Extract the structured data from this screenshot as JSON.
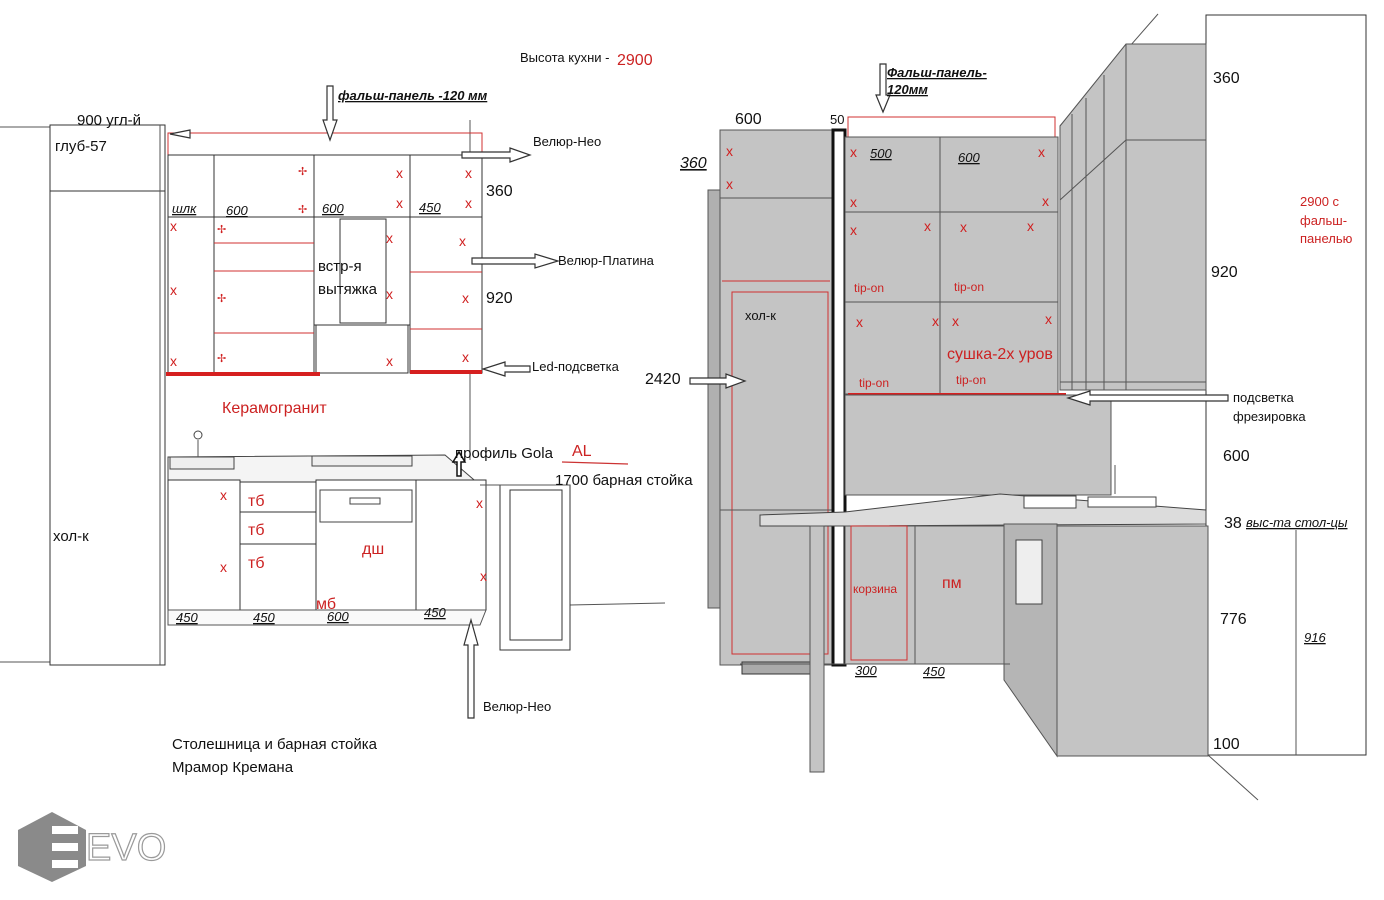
{
  "left": {
    "kitchen_height_label": "Высота кухни -",
    "kitchen_height_value": "2900",
    "false_panel": "фальш-панель -120 мм",
    "corner_label_1": "900 угл-й",
    "corner_label_2": "глуб-57",
    "velur_neo_top": "Велюр-Нео",
    "velur_platina": "Велюр-Платина",
    "led": "Led-подсветка",
    "dim_360": "360",
    "dim_920": "920",
    "shlk": "шлк",
    "w600a": "600",
    "w600b": "600",
    "w450": "450",
    "hood": "встр-я вытяжка",
    "ceramogranit": "Керамогранит",
    "gola": "профиль Gola",
    "al": "AL",
    "bar": "1700 барная стойка",
    "fridge": "хол-к",
    "tb1": "тб",
    "tb2": "тб",
    "tb3": "тб",
    "dw": "дш",
    "mb": "мб",
    "b450a": "450",
    "b450b": "450",
    "b600": "600",
    "b450c": "450",
    "velur_neo_bottom": "Велюр-Нео",
    "countertop_1": "Столешница и барная стойка",
    "countertop_2": "Мрамор  Кремана"
  },
  "right": {
    "false_panel_1": "Фальш-панель-",
    "false_panel_2": "120мм",
    "w600": "600",
    "w50": "50",
    "d360": "360",
    "w500": "500",
    "w600b": "600",
    "tip1": "tip-on",
    "tip2": "tip-on",
    "tip3": "tip-on",
    "tip4": "tip-on",
    "drying": "сушка-2х уров",
    "fridge": "хол-к",
    "h2420": "2420",
    "basket": "корзина",
    "pm": "пм",
    "b300": "300",
    "b450": "450",
    "h360": "360",
    "h920": "920",
    "h600": "600",
    "h38": "38",
    "h776": "776",
    "h100": "100",
    "h916": "916",
    "table_height": "выс-та стол-цы",
    "total_1": "2900  с",
    "total_2": "фальш-",
    "total_3": "панелью",
    "lighting_1": "подсветка",
    "lighting_2": "фрезировка"
  },
  "logo": "EVO",
  "colors": {
    "red": "#cc2222",
    "grey": "#c4c4c4",
    "line": "#555555"
  }
}
